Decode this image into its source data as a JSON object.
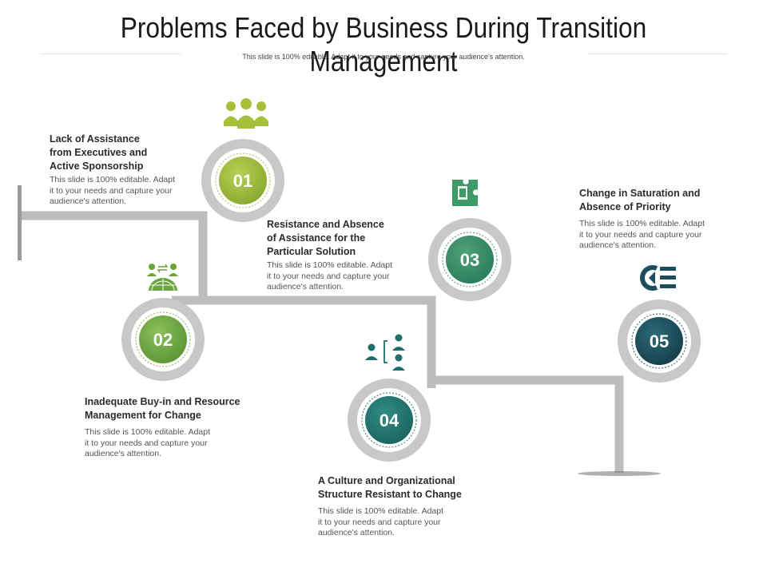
{
  "title": "Problems Faced by Business During Transition Management",
  "subtitle": "This slide is 100% editable. Adapt it to your needs and capture your audience's attention.",
  "colors": {
    "track": "#bdbdbd",
    "green_light": "#9ab83a",
    "green_mid": "#6aa43c",
    "teal": "#2f8a67",
    "teal_dark": "#1f6e6b",
    "navy_teal": "#1c4d5c"
  },
  "steps": [
    {
      "number": "01",
      "icon": "team-icon",
      "heading": "Lack of Assistance\nfrom Executives and\nActive Sponsorship",
      "body": "This slide is 100% editable. Adapt\nit to your needs and capture your\naudience's attention."
    },
    {
      "number": "02",
      "icon": "global-network-icon",
      "heading": "Inadequate Buy-in and Resource\nManagement for Change",
      "body": "This slide is 100% editable. Adapt\nit to your needs and capture your\naudience's attention."
    },
    {
      "number": "03",
      "icon": "puzzle-icon",
      "heading": "Resistance and Absence\nof Assistance for the\nParticular Solution",
      "body": "This slide is 100% editable. Adapt\nit to your needs and capture your\naudience's attention."
    },
    {
      "number": "04",
      "icon": "organization-chart-icon",
      "heading": "A Culture and Organizational\nStructure Resistant to Change",
      "body": "This slide is 100% editable. Adapt\nit to your needs and capture your\naudience's attention."
    },
    {
      "number": "05",
      "icon": "change-icon",
      "heading": "Change in Saturation and\nAbsence of Priority",
      "body": "This slide is 100% editable. Adapt\nit to your needs and capture your\naudience's attention."
    }
  ]
}
